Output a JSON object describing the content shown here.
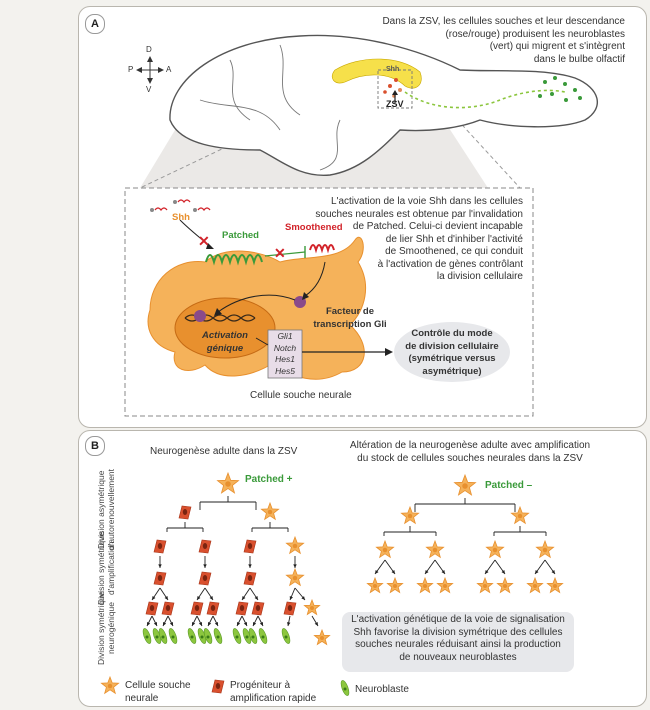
{
  "panel_a": {
    "letter": "A",
    "caption_top": [
      "Dans la ZSV, les cellules souches et leur descendance",
      "(rose/rouge) produisent les neuroblastes",
      "(vert) qui migrent et s'intègrent",
      "dans le bulbe olfactif"
    ],
    "axes": {
      "d": "D",
      "v": "V",
      "p": "P",
      "a": "A"
    },
    "zsv": "ZSV",
    "shh_small": "Shh",
    "shh": "Shh",
    "patched": "Patched",
    "smoothened": "Smoothened",
    "explanation": [
      "L'activation de la voie Shh dans les cellules",
      "souches neurales est obtenue par l'invalidation",
      "de Patched. Celui-ci devient incapable",
      "de lier Shh et d'inhiber l'activité",
      "de Smoothened, ce qui conduit",
      "à l'activation de gènes contrôlant",
      "la division cellulaire"
    ],
    "gli_factor": [
      "Facteur de",
      "transcription Gli"
    ],
    "activation": [
      "Activation",
      "génique"
    ],
    "genes": [
      "Gli1",
      "Notch",
      "Hes1",
      "Hes5"
    ],
    "control": [
      "Contrôle du mode",
      "de division cellulaire",
      "(symétrique versus",
      "asymétrique)"
    ],
    "cell_label": "Cellule souche neurale"
  },
  "panel_b": {
    "letter": "B",
    "left_title": "Neurogenèse adulte dans la ZSV",
    "right_title": [
      "Altération de la neurogenèse adulte avec amplification",
      "du stock de cellules souches neurales dans la ZSV"
    ],
    "patched_plus": "Patched +",
    "patched_minus": "Patched –",
    "row_labels": [
      [
        "Division asymétrique",
        "d'autorenouvellement"
      ],
      [
        "Division symétrique",
        "d'amplification"
      ],
      [
        "Division symétrique",
        "neurogénique"
      ]
    ],
    "note": [
      "L'activation génétique de la voie de signalisation",
      "Shh favorise la division symétrique des cellules",
      "souches neurales réduisant ainsi la production",
      "de nouveaux neuroblastes"
    ],
    "legend": {
      "stem": [
        "Cellule souche",
        "neurale"
      ],
      "progenitor": [
        "Progéniteur à",
        "amplification rapide"
      ],
      "neuroblast": "Neuroblaste"
    }
  },
  "colors": {
    "orange": "#f5b25a",
    "orange_dark": "#e8902e",
    "red_cell": "#d9502e",
    "green_cell": "#8cc63e",
    "green_text": "#3a9a3a",
    "red_text": "#d2232a",
    "yellow": "#f6e04a"
  }
}
